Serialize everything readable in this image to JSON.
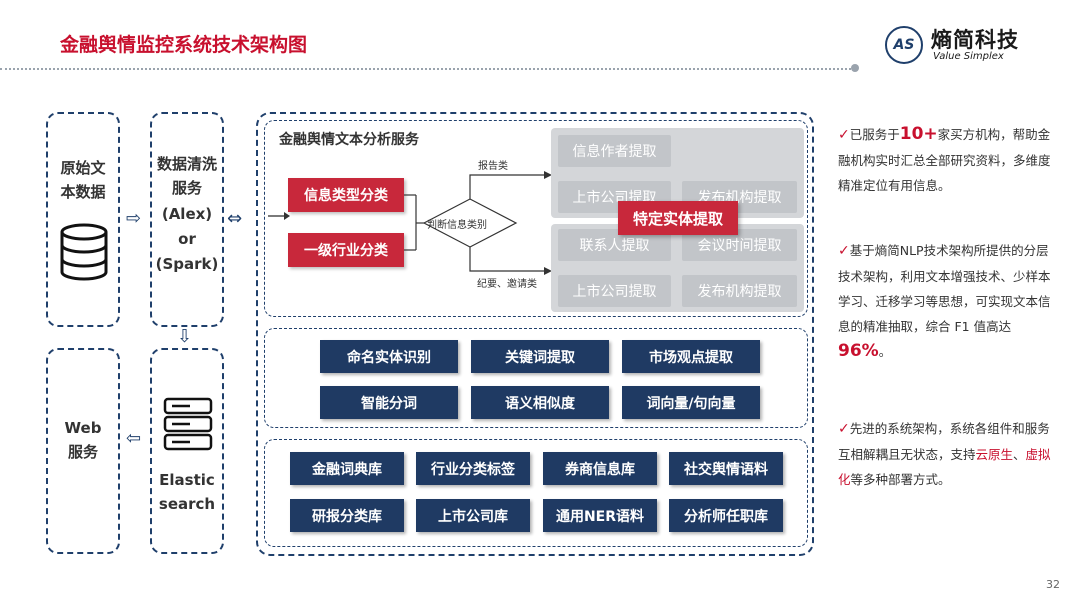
{
  "title": "金融舆情监控系统技术架构图",
  "logo": {
    "mark": "AS",
    "name": "熵简科技",
    "en": "Value Simplex"
  },
  "columns": {
    "raw": "原始文本数据",
    "clean": [
      "数据清洗服务",
      "(Alex)",
      "or",
      "(Spark)"
    ],
    "web": "Web服务",
    "es": [
      "Elastic",
      "search"
    ]
  },
  "analysis": {
    "title": "金融舆情文本分析服务",
    "red_buttons": [
      "信息类型分类",
      "一级行业分类"
    ],
    "diamond": "判断信息类别",
    "branch_top": "报告类",
    "branch_bottom": "纪要、邀请类",
    "entity_top": [
      "信息作者提取",
      "上市公司提取",
      "发布机构提取"
    ],
    "entity_bottom": [
      "联系人提取",
      "会议时间提取",
      "上市公司提取",
      "发布机构提取"
    ],
    "entity_focus": "特定实体提取"
  },
  "nlp_buttons": [
    "命名实体识别",
    "关键词提取",
    "市场观点提取",
    "智能分词",
    "语义相似度",
    "词向量/句向量"
  ],
  "kb_buttons": [
    "金融词典库",
    "行业分类标签",
    "券商信息库",
    "社交舆情语料",
    "研报分类库",
    "上市公司库",
    "通用NER语料",
    "分析师任职库"
  ],
  "notes": [
    {
      "pre": "已服务于",
      "big": "10+",
      "post": "家买方机构，帮助金融机构实时汇总全部研究资料，多维度精准定位有用信息。"
    },
    {
      "pre": "基于熵简NLP技术架构所提供的分层技术架构，利用文本增强技术、少样本学习、迁移学习等思想，可实现文本信息的精准抽取，综合 F1 值高达",
      "big": "96%",
      "post": "。"
    },
    {
      "pre": "先进的系统架构，系统各组件和服务互相解耦且无状态，支持",
      "red1": "云原生",
      "mid": "、",
      "red2": "虚拟化",
      "post": "等多种部署方式。"
    }
  ],
  "check": "✓",
  "page": "32"
}
